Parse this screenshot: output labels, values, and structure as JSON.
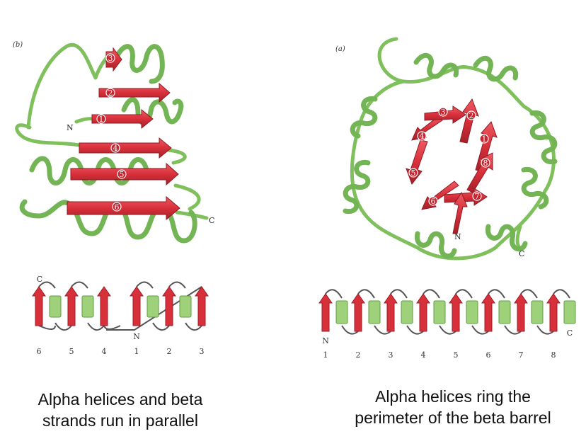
{
  "panels": {
    "left": {
      "panel_label": "(b)",
      "strands_3d": [
        "1",
        "2",
        "3",
        "4",
        "5",
        "6"
      ],
      "n_label": "N",
      "c_label": "C",
      "topology": {
        "order": [
          "6",
          "5",
          "4",
          "1",
          "2",
          "3"
        ],
        "c_label": "C",
        "n_label": "N"
      },
      "caption": [
        "Alpha helices and beta",
        "strands run in parallel"
      ]
    },
    "right": {
      "panel_label": "(a)",
      "strands_3d": [
        "1",
        "2",
        "3",
        "4",
        "5",
        "6",
        "7",
        "8"
      ],
      "n_label": "N",
      "c_label": "C",
      "topology": {
        "order": [
          "1",
          "2",
          "3",
          "4",
          "5",
          "6",
          "7",
          "8"
        ],
        "n_label": "N",
        "c_label": "C"
      },
      "caption": [
        "Alpha helices ring the",
        "perimeter of the beta barrel"
      ]
    }
  },
  "colors": {
    "strand": "#d8303a",
    "strand_dark": "#9e1e27",
    "helix": "#9fd17a",
    "helix_dark": "#5f9c45",
    "loop": "#555555"
  }
}
